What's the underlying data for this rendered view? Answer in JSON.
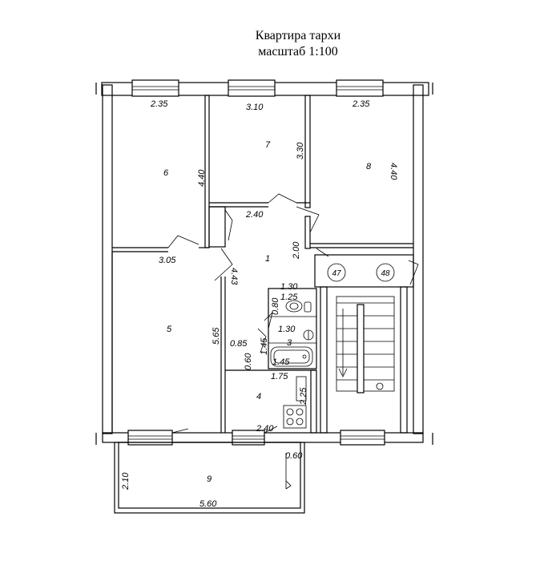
{
  "title_line1": "Квартира тархи",
  "title_line2": "масштаб 1:100",
  "rooms": {
    "r1": "1",
    "r3": "3",
    "r4": "4",
    "r5": "5",
    "r6": "6",
    "r7": "7",
    "r8": "8",
    "r9": "9"
  },
  "dimensions": {
    "room6_width": "2.35",
    "room6_depth": "4.40",
    "room7_width": "3.10",
    "room7_depth": "3.30",
    "room8_width": "2.35",
    "room8_depth": "4.40",
    "hall_width": "2.40",
    "hall_depth": "4.43",
    "hall_side": "2.00",
    "room5_width": "3.05",
    "room5_depth": "5.65",
    "wc_width": "1.30",
    "wc_inner": "1.25",
    "wc_depth": "0.80",
    "bath_width": "1.30",
    "bath_inner": "1.45",
    "bath_depth": "1.45",
    "niche_width": "0.85",
    "niche_depth": "0.60",
    "kitchen_width": "1.75",
    "kitchen_depth": "2.25",
    "kitchen_bottom": "2.40",
    "balcony_side": "0.60",
    "balcony_depth": "2.10",
    "balcony_width": "5.60"
  },
  "apartment_numbers": [
    "47",
    "48"
  ]
}
